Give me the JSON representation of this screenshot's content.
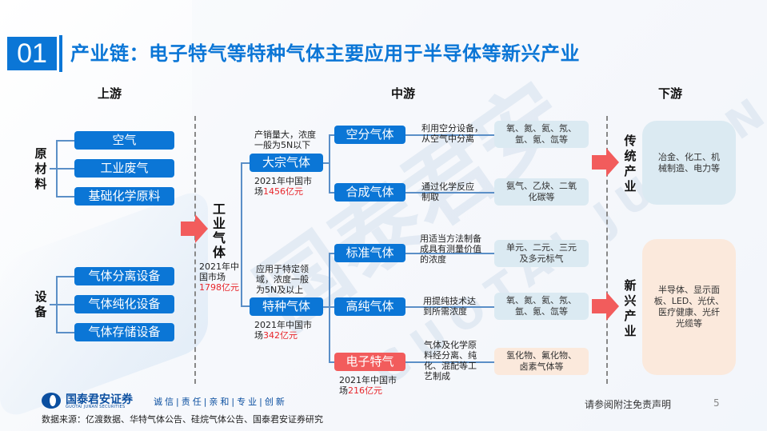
{
  "header": {
    "section_number": "01",
    "title": "产业链：电子特气等特种气体主要应用于半导体等新兴产业"
  },
  "watermark": {
    "text_cn": "国泰君安",
    "text_en": "GUOTAI JUNAN"
  },
  "columns": {
    "upstream": "上游",
    "midstream": "中游",
    "downstream": "下游"
  },
  "upstream": {
    "raw_materials": {
      "label": "原材料",
      "chars": [
        "原",
        "材",
        "料"
      ],
      "items": [
        "空气",
        "工业废气",
        "基础化学原料"
      ]
    },
    "equipment": {
      "label": "设备",
      "chars": [
        "设",
        "备"
      ],
      "items": [
        "气体分离设备",
        "气体纯化设备",
        "气体存储设备"
      ]
    }
  },
  "industrial_gas": {
    "label": "工业气体",
    "chars": [
      "工",
      "业",
      "气",
      "体"
    ],
    "market_prefix": "2021年中国市场",
    "market_line1": "2021年中",
    "market_line2": "国市场",
    "market_value": "1798亿元"
  },
  "midstream": {
    "bulk_gas": {
      "label": "大宗气体",
      "desc_line1": "产销量大，浓度",
      "desc_line2": "一般为5N以下",
      "market_line1": "2021年中国市",
      "market_line2_prefix": "场",
      "market_value": "1456亿元",
      "children": [
        {
          "label": "空分气体",
          "method_line1": "利用空分设备，",
          "method_line2": "从空气中分离",
          "products_line1": "氧、氮、氦、氖、",
          "products_line2": "氩、氪、氙等"
        },
        {
          "label": "合成气体",
          "method_line1": "通过化学反应",
          "method_line2": "制取",
          "products_line1": "氨气、乙炔、二氧",
          "products_line2": "化碳等"
        }
      ]
    },
    "specialty_gas": {
      "label": "特种气体",
      "desc_line1": "应用于特定领",
      "desc_line2": "域，浓度一般",
      "desc_line3": "为5N及以上",
      "market_line1": "2021年中国市",
      "market_line2_prefix": "场",
      "market_value": "342亿元",
      "children": [
        {
          "label": "标准气体",
          "method_line1": "用适当方法制备",
          "method_line2": "成具有测量价值",
          "method_line3": "的浓度",
          "products_line1": "单元、二元、三元",
          "products_line2": "及多元标气"
        },
        {
          "label": "高纯气体",
          "method_line1": "用提纯技术达",
          "method_line2": "到所需浓度",
          "products_line1": "氧、氮、氦、氖、",
          "products_line2": "氩、氪、氙等"
        },
        {
          "label": "电子特气",
          "method_line1": "气体及化学原",
          "method_line2": "料经分离、纯",
          "method_line3": "化、混配等工",
          "method_line4": "艺制成",
          "products_line1": "氢化物、氟化物、",
          "products_line2": "卤素气体等",
          "market_line1": "2021年中国市",
          "market_line2_prefix": "场",
          "market_value": "216亿元"
        }
      ]
    }
  },
  "downstream": {
    "traditional": {
      "label": "传统产业",
      "chars": [
        "传",
        "统",
        "产",
        "业"
      ],
      "line1": "冶金、化工、机",
      "line2": "械制造、电力等"
    },
    "emerging": {
      "label": "新兴产业",
      "chars": [
        "新",
        "兴",
        "产",
        "业"
      ],
      "line1": "半导体、显示面",
      "line2": "板、LED、光伏、",
      "line3": "医疗健康、光纤",
      "line4": "光缆等"
    }
  },
  "colors": {
    "brand_blue": "#0b76d6",
    "accent_red": "#f25c5c",
    "value_red": "#e8262b",
    "light_blue_box": "#dbeaf2",
    "peach_box": "#fbe9dc"
  },
  "footer": {
    "logo_name": "国泰君安证券",
    "logo_en": "GUOTAI JUNAN SECURITIES",
    "motto": "诚信|责任|亲和|专业|创新",
    "source": "数据来源：亿渡数据、华特气体公告、硅烷气体公告、国泰君安证券研究",
    "disclaimer": "请参阅附注免责声明",
    "page_number": "5"
  }
}
